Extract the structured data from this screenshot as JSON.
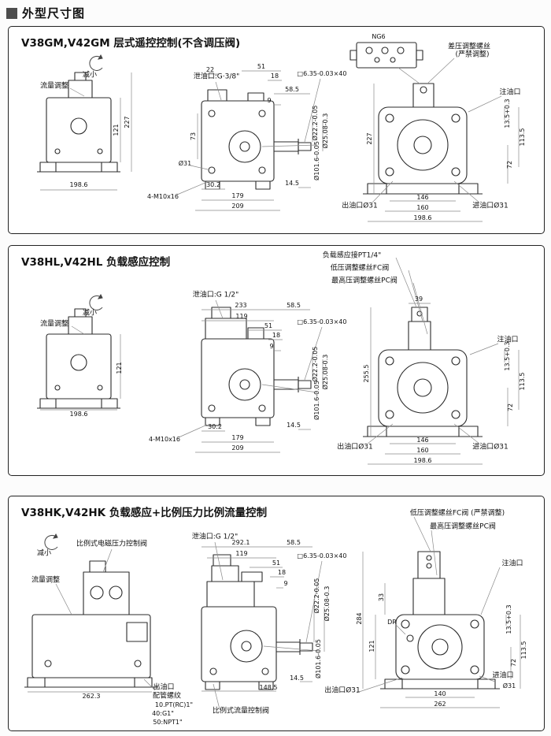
{
  "page": {
    "header": "外型尺寸图"
  },
  "p1": {
    "title": "V38GM,V42GM 层式遥控控制(不含调压阀)",
    "ng6": "NG6",
    "diff_screw_1": "差压调整螺丝",
    "diff_screw_2": "(严禁调整)",
    "oil_fill": "注油口",
    "decrease": "减小",
    "flow_adjust": "流量调整",
    "drain": "泄油口:G·3/8\"",
    "key_spec": "□6.35-0.03×40",
    "shaft_d1": "Ø22.2-0.05",
    "shaft_d2": "Ø25.08-0.3",
    "pilot_d": "Ø101.6-0.05",
    "bolts": "4-M10x16",
    "outlet": "出油口Ø31",
    "inlet": "进油口Ø31",
    "dims": {
      "d22": "22",
      "d51": "51",
      "d18": "18",
      "d585": "58.5",
      "d9": "9",
      "d73": "73",
      "d31": "Ø31",
      "d302": "30.2",
      "d179": "179",
      "d209": "209",
      "d145": "14.5",
      "d121": "121",
      "d227l": "227",
      "d1986l": "198.6",
      "d227r": "227",
      "d135": "13.5+0.3",
      "d1135": "113.5",
      "d72": "72",
      "d146": "146",
      "d160": "160",
      "d1986r": "198.6"
    }
  },
  "p2": {
    "title": "V38HL,V42HL 负载感应控制",
    "load_sense": "负载感应接PT1/4\"",
    "low_screw": "低压调整螺丝FC阀",
    "high_screw": "最高压调整螺丝PC阀",
    "drain": "泄油口:G 1/2\"",
    "decrease": "减小",
    "flow_adjust": "流量调整",
    "oil_fill": "注油口",
    "key_spec": "□6.35-0.03×40",
    "shaft_d1": "Ø22.2-0.05",
    "shaft_d2": "Ø25.08-0.3",
    "pilot_d": "Ø101.6-0.05",
    "bolts": "4-M10x16",
    "outlet": "出油口Ø31",
    "inlet": "进油口Ø31",
    "dims": {
      "d233": "233",
      "d119": "119",
      "d51": "51",
      "d18": "18",
      "d585": "58.5",
      "d9": "9",
      "d39": "39",
      "d121": "121",
      "d1986l": "198.6",
      "d302": "30.2",
      "d179": "179",
      "d209": "209",
      "d145": "14.5",
      "d2555": "255.5",
      "d135": "13.5+0.3",
      "d1135": "113.5",
      "d72": "72",
      "d146": "146",
      "d160": "160",
      "d1986r": "198.6"
    }
  },
  "p3": {
    "title": "V38HK,V42HK 负载感应+比例压力比例流量控制",
    "low_screw": "低压调整螺丝FC阀 (严禁调整)",
    "high_screw": "最高压调整螺丝PC阀",
    "drain": "泄油口:G 1/2\"",
    "prop_pressure": "比例式电磁压力控制阀",
    "prop_flow": "比例式流量控制阀",
    "decrease": "减小",
    "flow_adjust": "流量调整",
    "oil_fill": "注油口",
    "dr": "DR",
    "key_spec": "□6.35-0.03×40",
    "shaft_d1": "Ø22.2-0.05",
    "shaft_d2": "Ø25.08-0.3",
    "pilot_d": "Ø101.6-0.05",
    "outlet": "出油口Ø31",
    "inlet_1": "进油口",
    "inlet_2": "Ø31",
    "pipe_note_1": "出油口",
    "pipe_note_2": "配管螺纹",
    "pipe_note_3": "10.PT(RC)1\"",
    "pipe_note_4": "40:G1\"",
    "pipe_note_5": "50:NPT1\"",
    "dims": {
      "d2921": "292.1",
      "d119": "119",
      "d51": "51",
      "d18": "18",
      "d585": "58.5",
      "d9": "9",
      "d284": "284",
      "d33": "33",
      "d121": "121",
      "d135": "13.5+0.3",
      "d1135": "113.5",
      "d72": "72",
      "d140": "140",
      "d262": "262",
      "d1485": "148.5",
      "d145": "14.5",
      "d2623": "262.3"
    }
  }
}
